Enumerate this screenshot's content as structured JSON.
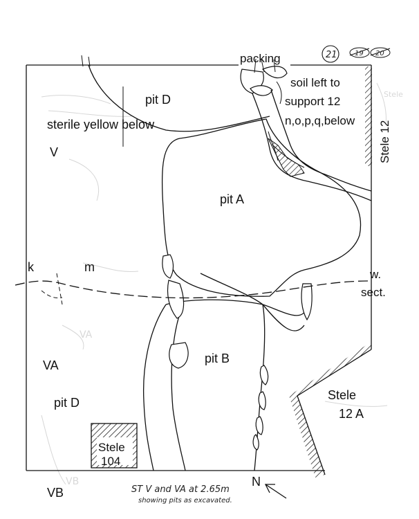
{
  "page_numbers": {
    "current": "21",
    "crossed_a": "19",
    "crossed_b": "20"
  },
  "labels": {
    "packing": "packing",
    "soil_left_1": "soil left to",
    "soil_left_2": "support 12",
    "soil_left_3": "n,o,p,q,below",
    "stele12": "Stele 12",
    "pitD_top": "pit D",
    "sterile": "sterile yellow below",
    "v": "V",
    "pitA": "pit A",
    "k": "k",
    "m": "m",
    "w_sect_1": "w.",
    "w_sect_2": "sect.",
    "va": "VA",
    "pitB": "pit B",
    "pitD_bottom": "pit D",
    "stele12a_1": "Stele",
    "stele12a_2": "12 A",
    "stele104_1": "Stele",
    "stele104_2": "104",
    "vb": "VB",
    "north": "N"
  },
  "caption": {
    "line1": "ST V and VA at 2.65m",
    "line2": "showing pits as excavated."
  }
}
